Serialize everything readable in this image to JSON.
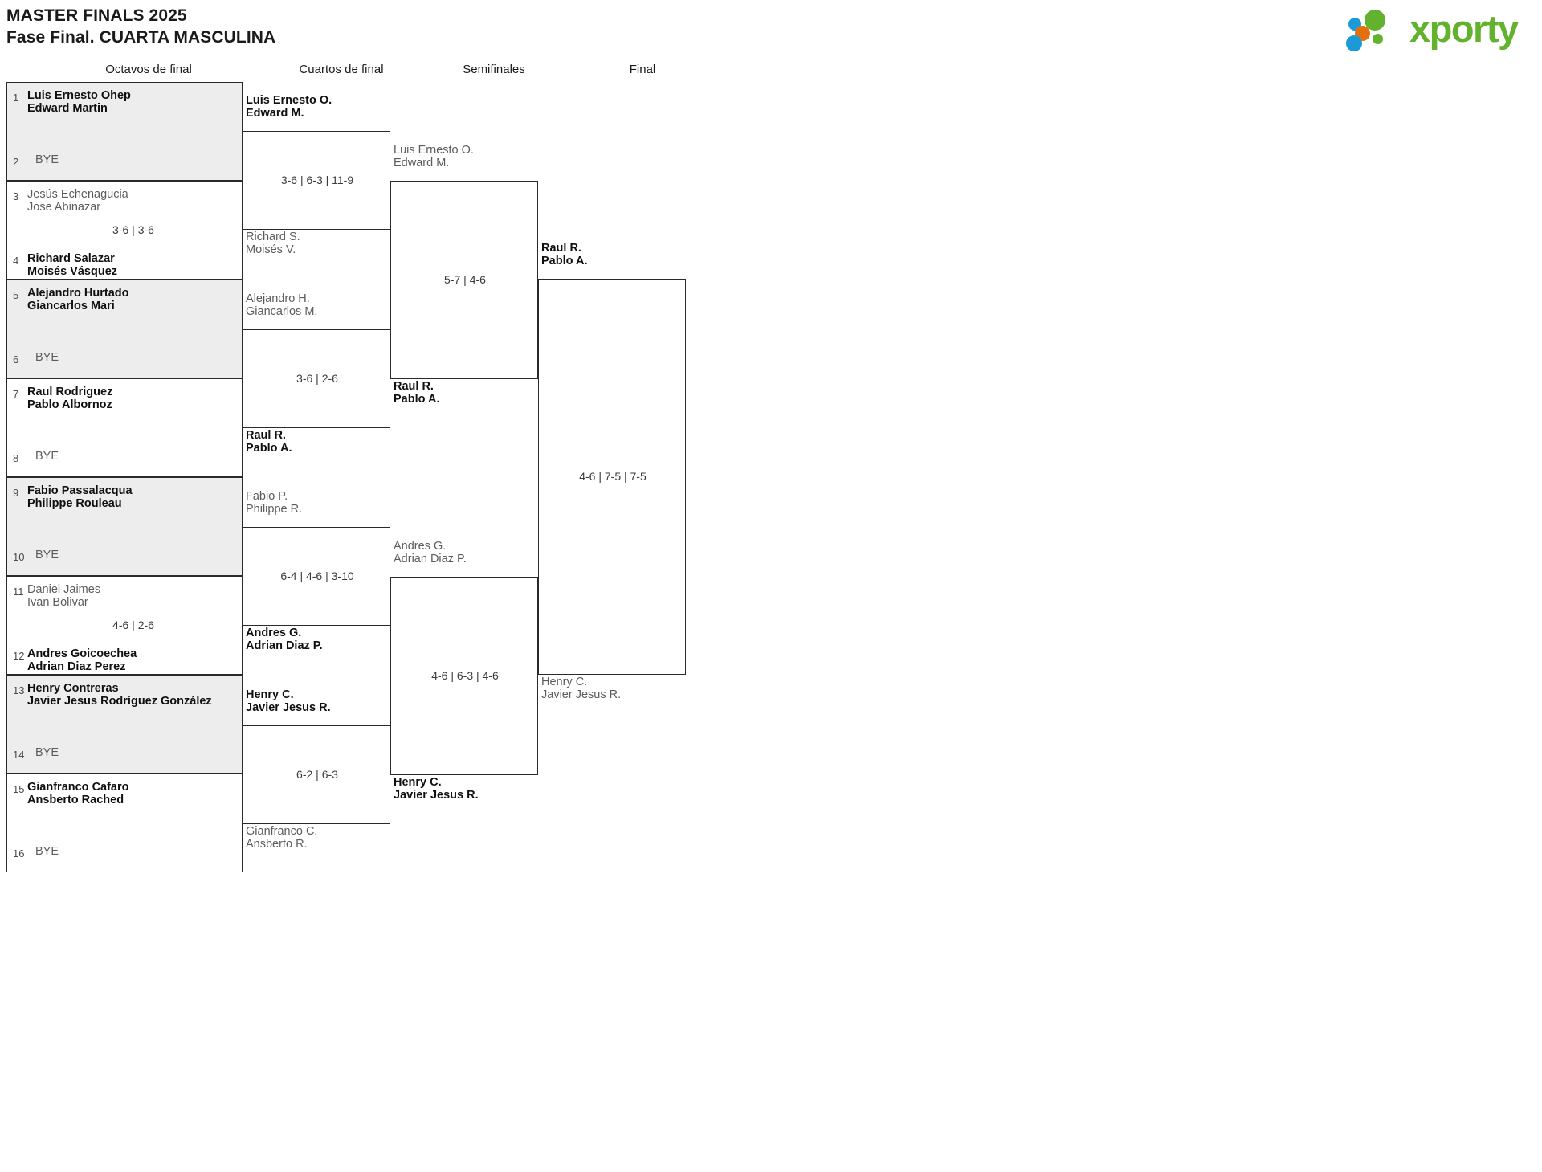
{
  "header": {
    "title_line1": "MASTER FINALS 2025",
    "title_line2": "Fase Final. CUARTA MASCULINA",
    "logo": {
      "word": "xporty",
      "colors": {
        "green": "#63b22d",
        "orange": "#e2700f",
        "blue": "#1a9ad7"
      }
    }
  },
  "rounds": [
    {
      "label": "Octavos de final"
    },
    {
      "label": "Cuartos de final"
    },
    {
      "label": "Semifinales"
    },
    {
      "label": "Final"
    }
  ],
  "octavos": [
    {
      "shaded": true,
      "top": {
        "seed": "1",
        "players": [
          "Luis Ernesto Ohep",
          "Edward Martin"
        ],
        "state": "winner"
      },
      "bottom": {
        "seed": "2",
        "players": [
          "BYE"
        ],
        "state": "bye"
      },
      "score": ""
    },
    {
      "shaded": false,
      "top": {
        "seed": "3",
        "players": [
          "Jesús Echenagucia",
          "Jose Abinazar"
        ],
        "state": "loser"
      },
      "bottom": {
        "seed": "4",
        "players": [
          "Richard Salazar",
          "Moisés Vásquez"
        ],
        "state": "winner"
      },
      "score": "3-6 | 3-6"
    },
    {
      "shaded": true,
      "top": {
        "seed": "5",
        "players": [
          "Alejandro Hurtado",
          "Giancarlos Mari"
        ],
        "state": "winner"
      },
      "bottom": {
        "seed": "6",
        "players": [
          "BYE"
        ],
        "state": "bye"
      },
      "score": ""
    },
    {
      "shaded": false,
      "top": {
        "seed": "7",
        "players": [
          "Raul Rodriguez",
          "Pablo Albornoz"
        ],
        "state": "winner"
      },
      "bottom": {
        "seed": "8",
        "players": [
          "BYE"
        ],
        "state": "bye"
      },
      "score": ""
    },
    {
      "shaded": true,
      "top": {
        "seed": "9",
        "players": [
          "Fabio Passalacqua",
          "Philippe Rouleau"
        ],
        "state": "winner"
      },
      "bottom": {
        "seed": "10",
        "players": [
          "BYE"
        ],
        "state": "bye"
      },
      "score": ""
    },
    {
      "shaded": false,
      "top": {
        "seed": "11",
        "players": [
          "Daniel Jaimes",
          "Ivan Bolivar"
        ],
        "state": "loser"
      },
      "bottom": {
        "seed": "12",
        "players": [
          "Andres Goicoechea",
          "Adrian Diaz Perez"
        ],
        "state": "winner"
      },
      "score": "4-6 | 2-6"
    },
    {
      "shaded": true,
      "top": {
        "seed": "13",
        "players": [
          "Henry Contreras",
          "Javier Jesus Rodríguez González"
        ],
        "state": "winner"
      },
      "bottom": {
        "seed": "14",
        "players": [
          "BYE"
        ],
        "state": "bye"
      },
      "score": ""
    },
    {
      "shaded": false,
      "top": {
        "seed": "15",
        "players": [
          "Gianfranco Cafaro",
          "Ansberto Rached"
        ],
        "state": "winner"
      },
      "bottom": {
        "seed": "16",
        "players": [
          "BYE"
        ],
        "state": "bye"
      },
      "score": ""
    }
  ],
  "cuartos": [
    {
      "top": {
        "players": [
          "Luis Ernesto O.",
          "Edward M."
        ],
        "state": "winner"
      },
      "bottom": {
        "players": [
          "Richard S.",
          "Moisés V."
        ],
        "state": "loser"
      },
      "score": "3-6 | 6-3 | 11-9"
    },
    {
      "top": {
        "players": [
          "Alejandro H.",
          "Giancarlos M."
        ],
        "state": "loser"
      },
      "bottom": {
        "players": [
          "Raul R.",
          "Pablo A."
        ],
        "state": "winner"
      },
      "score": "3-6 | 2-6"
    },
    {
      "top": {
        "players": [
          "Fabio P.",
          "Philippe R."
        ],
        "state": "loser"
      },
      "bottom": {
        "players": [
          "Andres G.",
          "Adrian Diaz P."
        ],
        "state": "winner"
      },
      "score": "6-4 | 4-6 | 3-10"
    },
    {
      "top": {
        "players": [
          "Henry C.",
          "Javier Jesus R."
        ],
        "state": "winner"
      },
      "bottom": {
        "players": [
          "Gianfranco C.",
          "Ansberto R."
        ],
        "state": "loser"
      },
      "score": "6-2 | 6-3"
    }
  ],
  "semifinales": [
    {
      "top": {
        "players": [
          "Luis Ernesto O.",
          "Edward M."
        ],
        "state": "loser"
      },
      "bottom": {
        "players": [
          "Raul R.",
          "Pablo A."
        ],
        "state": "winner"
      },
      "score": "5-7 | 4-6"
    },
    {
      "top": {
        "players": [
          "Andres G.",
          "Adrian Diaz P."
        ],
        "state": "loser"
      },
      "bottom": {
        "players": [
          "Henry C.",
          "Javier Jesus R."
        ],
        "state": "winner"
      },
      "score": "4-6 | 6-3 | 4-6"
    }
  ],
  "final": [
    {
      "top": {
        "players": [
          "Raul R.",
          "Pablo A."
        ],
        "state": "winner"
      },
      "bottom": {
        "players": [
          "Henry C.",
          "Javier Jesus R."
        ],
        "state": "loser"
      },
      "score": "4-6 | 7-5 | 7-5"
    }
  ]
}
